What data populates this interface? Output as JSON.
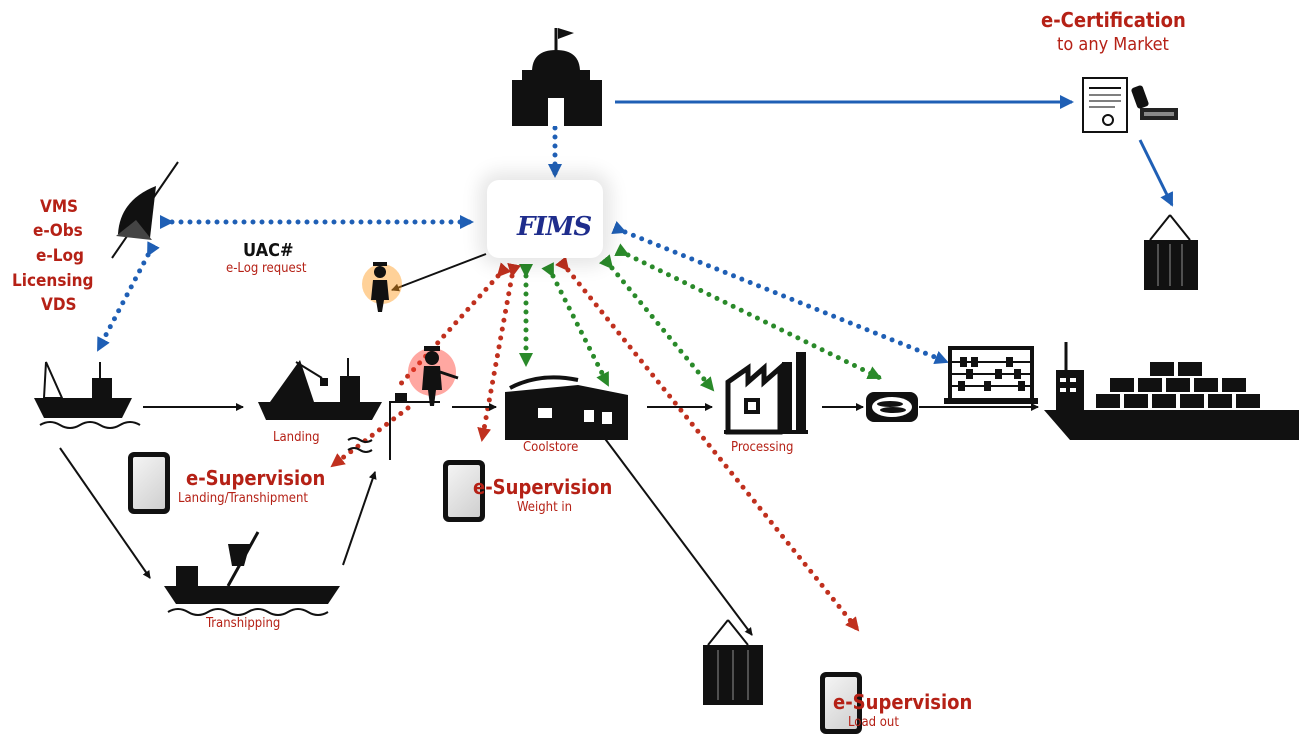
{
  "hub": {
    "name": "FIMS"
  },
  "top_label": {
    "line1": "e-Certification",
    "line2": "to any Market"
  },
  "left_labels": [
    "VMS",
    "e-Obs",
    "e-Log",
    "Licensing",
    "VDS"
  ],
  "uac": {
    "title": "UAC#",
    "subtitle": "e-Log request"
  },
  "nodes": {
    "landing": "Landing",
    "coolstore": "Coolstore",
    "processing": "Processing",
    "transhipping": "Transhipping"
  },
  "supervision": [
    {
      "title": "e-Supervision",
      "subtitle": "Landing/Transhipment"
    },
    {
      "title": "e-Supervision",
      "subtitle": "Weight in"
    },
    {
      "title": "e-Supervision",
      "subtitle": "Load out"
    }
  ],
  "colors": {
    "blue": "#1f5fb5",
    "green": "#2a8a2a",
    "red": "#c0301e",
    "black": "#111111",
    "label_red": "#b52116"
  },
  "icons": [
    "government-building-icon",
    "fims-fish-icon",
    "certificate-stamp-icon",
    "shipping-container-icon",
    "satellite-icon",
    "fishing-boat-icon",
    "landing-crane-boat-icon",
    "inspector-icon",
    "warehouse-icon",
    "factory-icon",
    "fish-can-icon",
    "abacus-icon",
    "cargo-ship-icon",
    "transhipment-ship-icon",
    "tablet-icon"
  ]
}
